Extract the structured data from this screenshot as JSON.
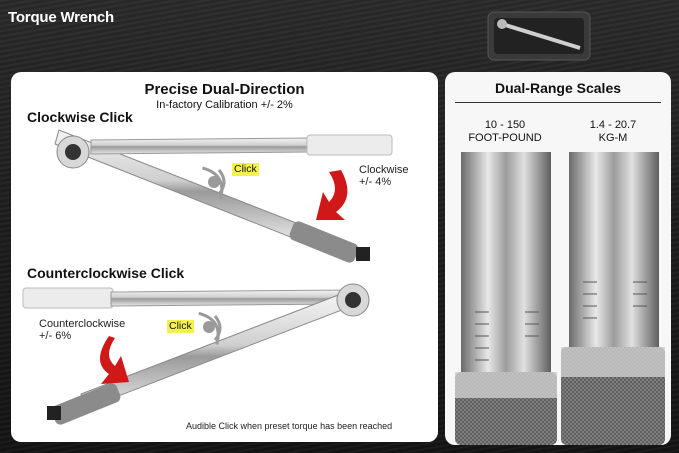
{
  "page_title": "Torque Wrench",
  "left_panel": {
    "heading": "Precise Dual-Direction",
    "subheading": "In-factory Calibration +/- 2%",
    "clockwise": {
      "title": "Clockwise Click",
      "label_line1": "Clockwise",
      "label_line2": "+/- 4%",
      "click": "Click"
    },
    "counterclockwise": {
      "title": "Counterclockwise Click",
      "label_line1": "Counterclockwise",
      "label_line2": "+/- 6%",
      "click": "Click"
    },
    "footer_note": "Audible Click when preset torque has been reached"
  },
  "right_panel": {
    "heading": "Dual-Range Scales",
    "scale_left": {
      "range": "10 - 150",
      "unit": "FOOT-POUND"
    },
    "scale_right": {
      "range": "1.4 - 20.7",
      "unit": "KG-M"
    }
  },
  "colors": {
    "arrow_red": "#d01818",
    "highlight_yellow": "#f5f24a"
  },
  "icons": [
    "sound-wave-icon",
    "rotate-arrow-icon"
  ]
}
